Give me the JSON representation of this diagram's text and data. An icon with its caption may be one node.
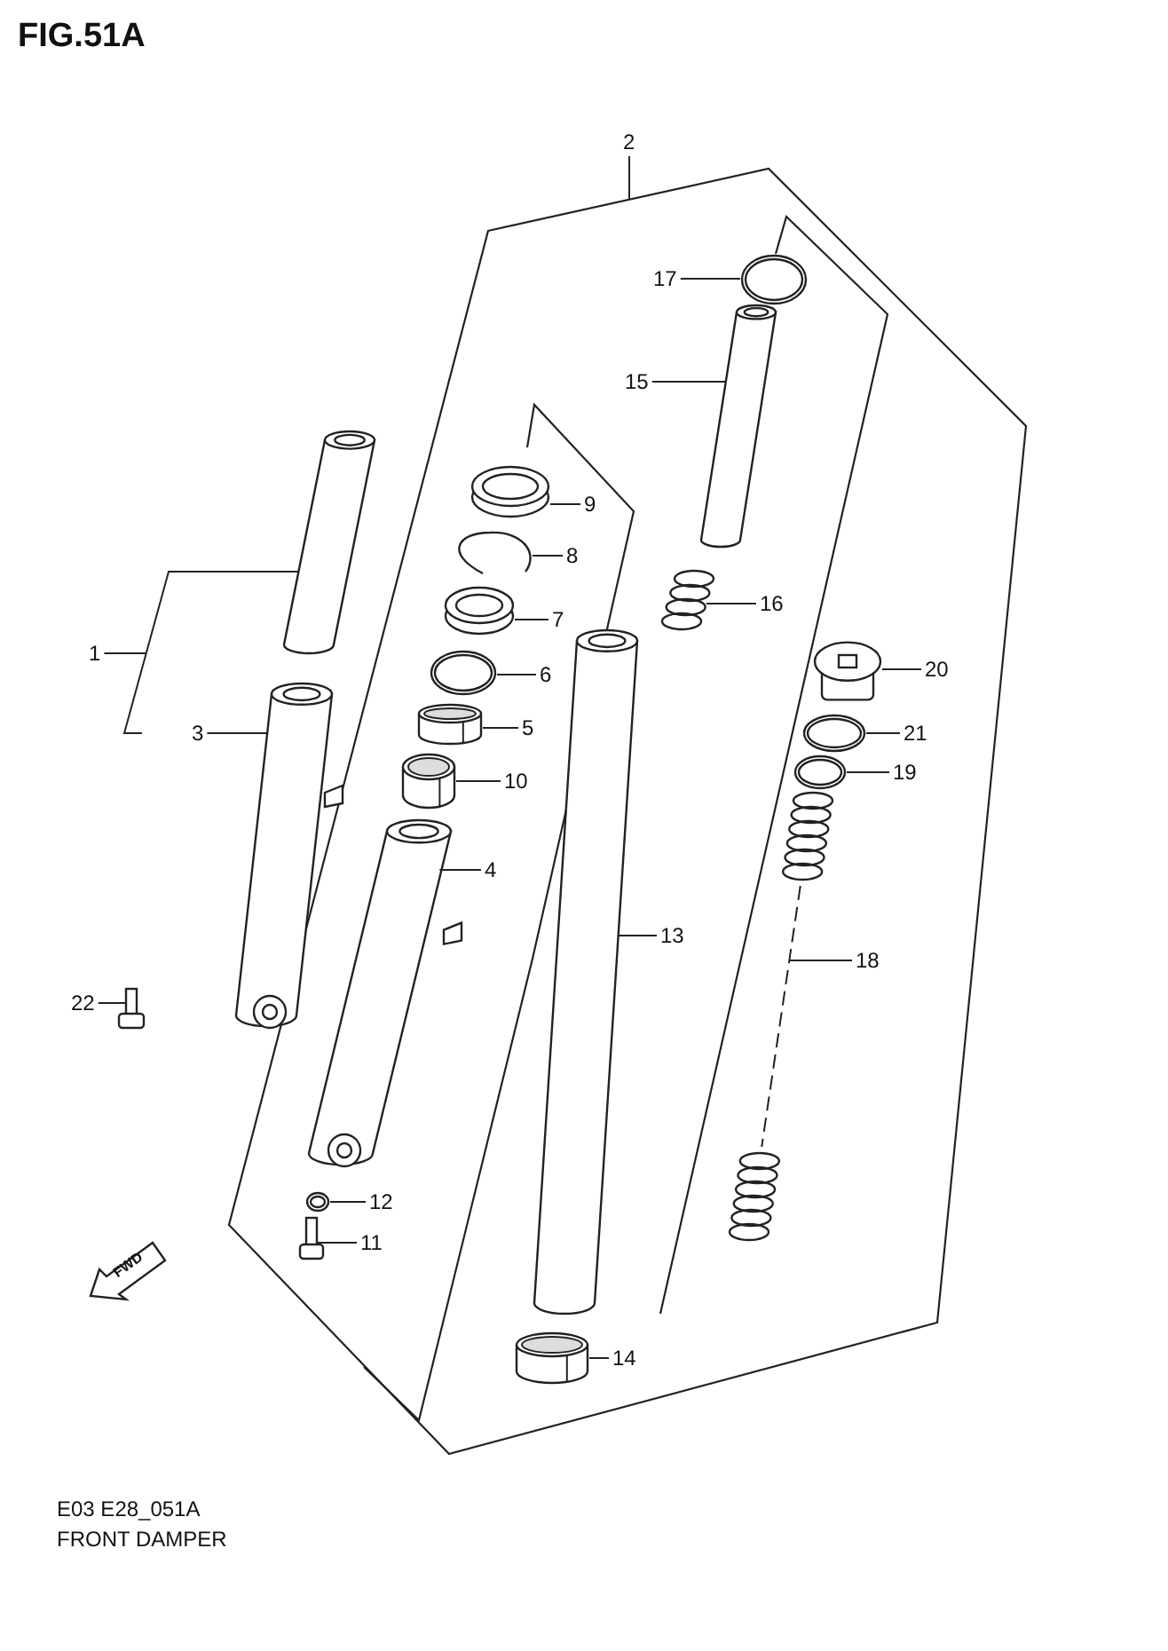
{
  "diagram": {
    "title": "FIG.51A",
    "caption": "FRONT DAMPER",
    "nodes": [
      {
        "text": [],
        "shape": "box"
      },
      {
        "text": [
          "1"
        ]
      },
      {
        "text": [
          "2"
        ]
      },
      {
        "text": [
          "3"
        ]
      },
      {
        "text": [
          "4"
        ],
        "in": 0
      },
      {
        "text": [
          "5"
        ],
        "in": 0
      },
      {
        "text": [
          "6"
        ],
        "in": 0
      },
      {
        "text": [
          "7"
        ],
        "in": 0
      },
      {
        "text": [
          "8"
        ],
        "in": 0
      },
      {
        "text": [
          "9"
        ],
        "in": 0
      },
      {
        "text": [
          "10"
        ],
        "in": 0
      },
      {
        "text": [
          "11"
        ],
        "in": 0
      },
      {
        "text": [
          "12"
        ],
        "in": 0
      },
      {
        "text": [
          "13"
        ],
        "in": 0
      },
      {
        "text": [
          "14"
        ],
        "in": 0
      },
      {
        "text": [
          "15"
        ],
        "in": 0
      },
      {
        "text": [
          "16"
        ],
        "in": 0
      },
      {
        "text": [
          "17"
        ],
        "in": 0
      },
      {
        "text": [
          "18"
        ],
        "in": 0
      },
      {
        "text": [
          "19"
        ],
        "in": 0
      },
      {
        "text": [
          "20"
        ],
        "in": 0
      },
      {
        "text": [
          "21"
        ],
        "in": 0
      },
      {
        "text": [
          "22"
        ]
      },
      {
        "text": [],
        "shape": "picture"
      },
      {
        "text": [],
        "shape": "picture"
      },
      {
        "text": [],
        "shape": "picture",
        "in": 0
      },
      {
        "text": [],
        "shape": "picture",
        "in": 0
      },
      {
        "text": [],
        "shape": "picture",
        "in": 0
      },
      {
        "text": [],
        "shape": "picture",
        "in": 0
      },
      {
        "text": [],
        "shape": "picture",
        "in": 0
      },
      {
        "text": [],
        "shape": "picture",
        "in": 0
      },
      {
        "text": [],
        "shape": "picture",
        "in": 0
      },
      {
        "text": [],
        "shape": "picture",
        "in": 0
      },
      {
        "text": [],
        "shape": "picture",
        "in": 0
      },
      {
        "text": [],
        "shape": "picture",
        "in": 0
      },
      {
        "text": [],
        "shape": "picture",
        "in": 0
      },
      {
        "text": [],
        "shape": "picture",
        "in": 0
      },
      {
        "text": [],
        "shape": "picture",
        "in": 0
      },
      {
        "text": [],
        "shape": "picture",
        "in": 0
      },
      {
        "text": [],
        "shape": "picture",
        "in": 0
      },
      {
        "text": [],
        "shape": "picture",
        "in": 0
      },
      {
        "text": [],
        "shape": "picture",
        "in": 0
      },
      {
        "text": [],
        "shape": "picture",
        "in": 0
      },
      {
        "text": [],
        "shape": "picture"
      }
    ],
    "edges": [
      {
        "from": 1,
        "to": 23,
        "arrow": "none"
      },
      {
        "from": 2,
        "to": 0,
        "arrow": "none"
      },
      {
        "from": 3,
        "to": 24,
        "arrow": "none"
      },
      {
        "from": 4,
        "to": 25,
        "arrow": "none"
      },
      {
        "from": 5,
        "to": 26,
        "arrow": "none"
      },
      {
        "from": 6,
        "to": 27,
        "arrow": "none"
      },
      {
        "from": 7,
        "to": 28,
        "arrow": "none"
      },
      {
        "from": 8,
        "to": 29,
        "arrow": "none"
      },
      {
        "from": 9,
        "to": 30,
        "arrow": "none"
      },
      {
        "from": 10,
        "to": 31,
        "arrow": "none"
      },
      {
        "from": 11,
        "to": 32,
        "arrow": "none"
      },
      {
        "from": 12,
        "to": 33,
        "arrow": "none"
      },
      {
        "from": 13,
        "to": 34,
        "arrow": "none"
      },
      {
        "from": 14,
        "to": 35,
        "arrow": "none"
      },
      {
        "from": 15,
        "to": 36,
        "arrow": "none"
      },
      {
        "from": 16,
        "to": 37,
        "arrow": "none"
      },
      {
        "from": 17,
        "to": 38,
        "arrow": "none"
      },
      {
        "from": 18,
        "to": 39,
        "arrow": "none"
      },
      {
        "from": 19,
        "to": 40,
        "arrow": "none"
      },
      {
        "from": 20,
        "to": 41,
        "arrow": "none"
      },
      {
        "from": 21,
        "to": 42,
        "arrow": "none"
      },
      {
        "from": 22,
        "to": 43,
        "arrow": "none"
      }
    ],
    "labels": [
      "FWD",
      "E03 E28_051A"
    ]
  }
}
